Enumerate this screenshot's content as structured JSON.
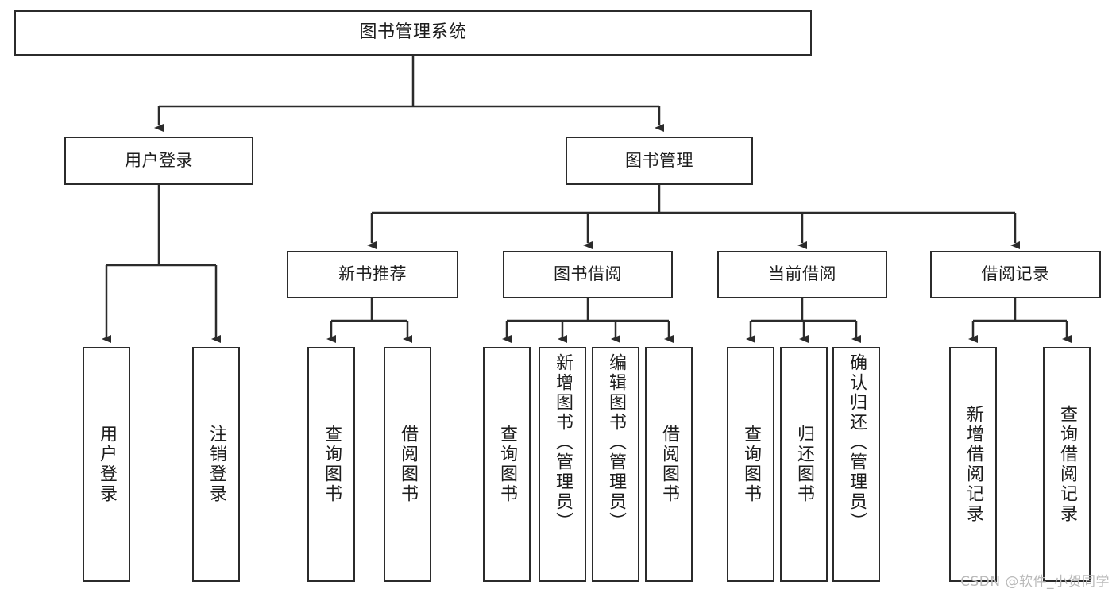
{
  "diagram": {
    "title": "图书管理系统",
    "type": "tree",
    "watermark": "CSDN @软件_小贺同学",
    "colors": {
      "stroke": "#2b2b2b",
      "fill": "#ffffff",
      "text": "#1d1d1d",
      "watermark": "#b9b9b9"
    },
    "nodes": {
      "root": {
        "label": "图书管理系统"
      },
      "level2": [
        {
          "label": "用户登录"
        },
        {
          "label": "图书管理"
        }
      ],
      "level3": [
        {
          "label": "新书推荐"
        },
        {
          "label": "图书借阅"
        },
        {
          "label": "当前借阅"
        },
        {
          "label": "借阅记录"
        }
      ],
      "leaves": {
        "user_login": [
          {
            "label": "用户登录"
          },
          {
            "label": "注销登录"
          }
        ],
        "new_books": [
          {
            "label": "查询图书"
          },
          {
            "label": "借阅图书"
          }
        ],
        "borrow_books": [
          {
            "label": "查询图书"
          },
          {
            "label": "新增图书（管理员）"
          },
          {
            "label": "编辑图书（管理员）"
          },
          {
            "label": "借阅图书"
          }
        ],
        "current_borrow": [
          {
            "label": "查询图书"
          },
          {
            "label": "归还图书"
          },
          {
            "label": "确认归还（管理员）"
          }
        ],
        "borrow_records": [
          {
            "label": "新增借阅记录"
          },
          {
            "label": "查询借阅记录"
          }
        ]
      }
    }
  }
}
